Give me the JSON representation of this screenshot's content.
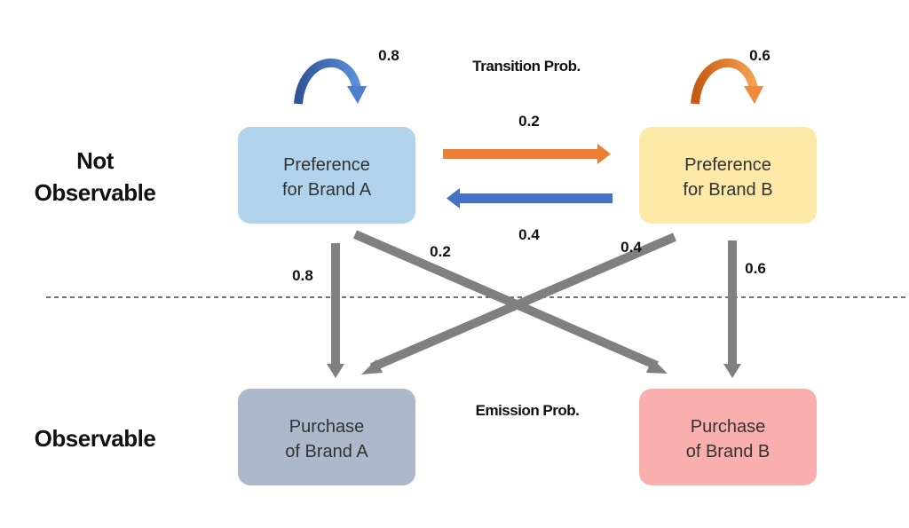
{
  "labels": {
    "not_observable_line1": "Not",
    "not_observable_line2": "Observable",
    "observable": "Observable",
    "transition_caption": "Transition Prob.",
    "emission_caption": "Emission Prob."
  },
  "nodes": {
    "pref_a": {
      "line1": "Preference",
      "line2": "for Brand A",
      "color": "#b2d3ec"
    },
    "pref_b": {
      "line1": "Preference",
      "line2": "for Brand B",
      "color": "#fde9a8"
    },
    "purchase_a": {
      "line1": "Purchase",
      "line2": "of Brand A",
      "color": "#adb9cb"
    },
    "purchase_b": {
      "line1": "Purchase",
      "line2": "of Brand B",
      "color": "#f9afae"
    }
  },
  "transition": {
    "a_to_a": "0.8",
    "b_to_b": "0.6",
    "a_to_b": "0.2",
    "b_to_a": "0.4"
  },
  "emission": {
    "a_to_purchase_a": "0.8",
    "a_to_purchase_b": "0.2",
    "b_to_purchase_a": "0.4",
    "b_to_purchase_b": "0.6"
  },
  "colors": {
    "blue_arrow": "#4472c4",
    "orange_arrow": "#ed7d31",
    "gray_arrow": "#808080"
  }
}
